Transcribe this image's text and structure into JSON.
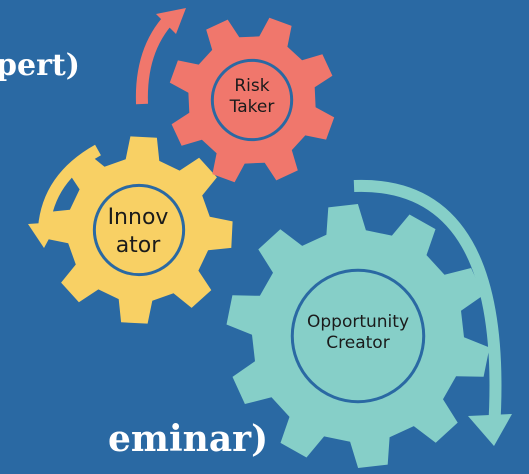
{
  "background_color": "#2a69a3",
  "partial_text": {
    "top": "pert)",
    "bottom": "eminar)"
  },
  "gears": [
    {
      "id": "risk",
      "lines": [
        "Risk",
        "Taker"
      ],
      "fill": "#f0776c"
    },
    {
      "id": "innov",
      "lines": [
        "Innov",
        "ator"
      ],
      "fill": "#f8d064"
    },
    {
      "id": "opp",
      "lines": [
        "Opportunity",
        "Creator"
      ],
      "fill": "#86cfc8"
    }
  ],
  "arrows": [
    {
      "id": "arrow-red",
      "color": "#f0776c"
    },
    {
      "id": "arrow-yellow",
      "color": "#f8d064"
    },
    {
      "id": "arrow-teal",
      "color": "#86cfc8"
    }
  ]
}
